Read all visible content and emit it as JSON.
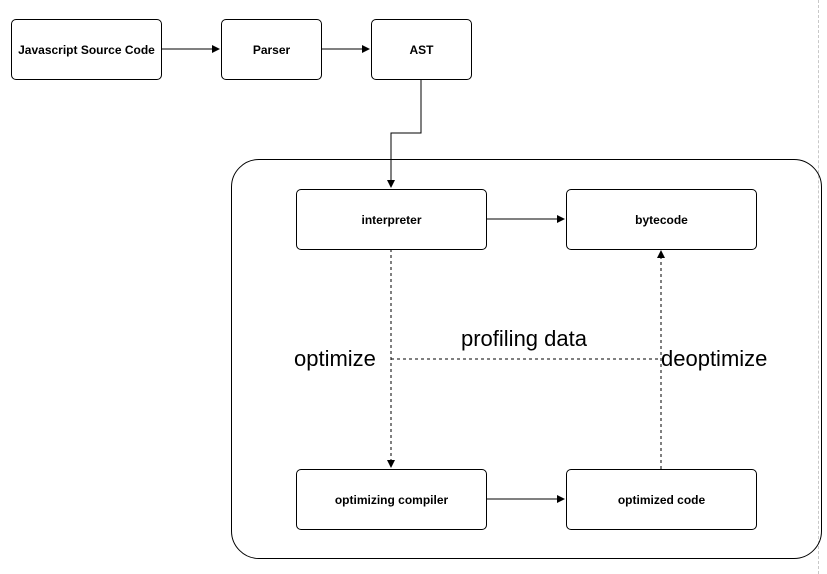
{
  "nodes": {
    "source": "Javascript Source Code",
    "parser": "Parser",
    "ast": "AST",
    "interpreter": "interpreter",
    "bytecode": "bytecode",
    "optimizing_compiler": "optimizing compiler",
    "optimized_code": "optimized code"
  },
  "labels": {
    "optimize": "optimize",
    "profiling": "profiling data",
    "deoptimize": "deoptimize"
  }
}
